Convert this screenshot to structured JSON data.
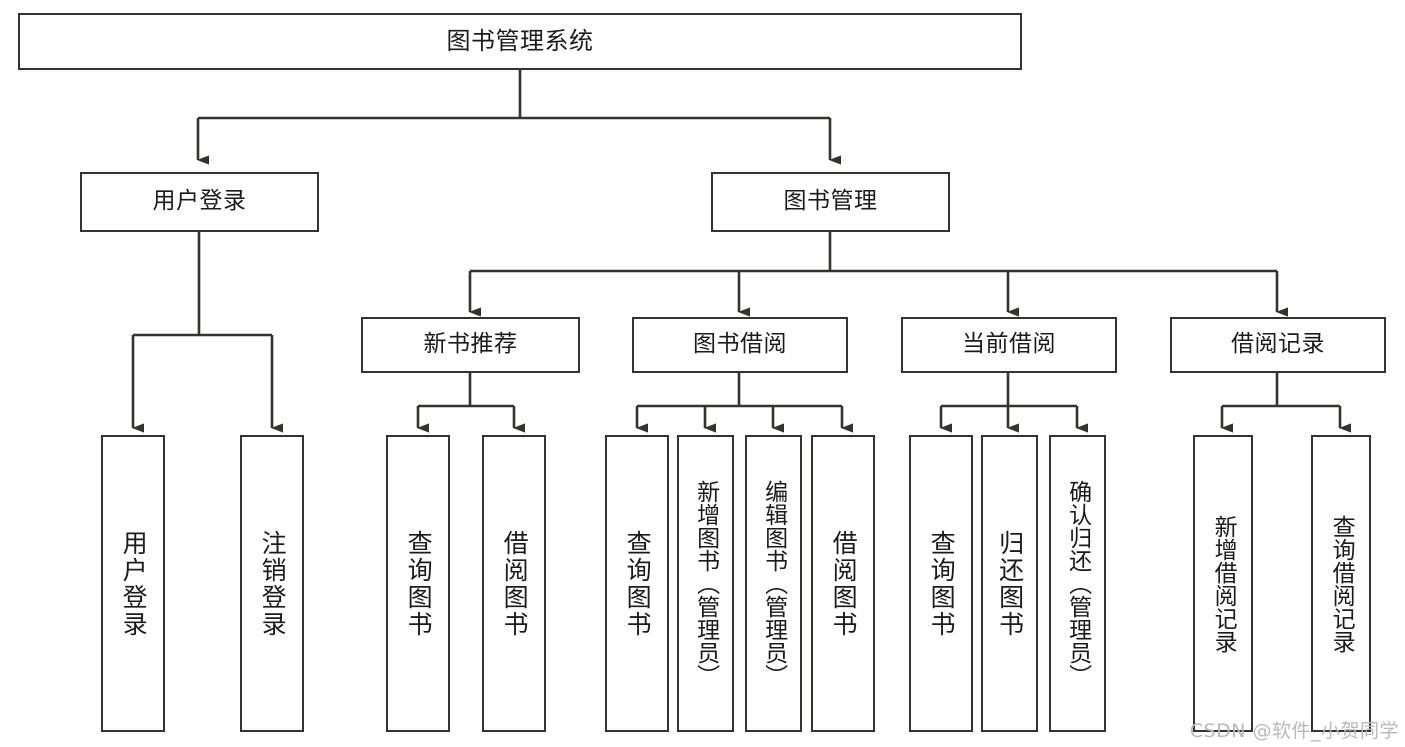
{
  "diagram": {
    "title": "图书管理系统",
    "type": "tree",
    "style": {
      "line_color": "#33332f",
      "box_border_color": "#33332f",
      "box_fill": "#ffffff",
      "background": "#ffffff",
      "text_color": "#1b1b1b",
      "watermark_color": "#b9b9b9"
    },
    "root": {
      "id": "root",
      "label": "图书管理系统",
      "orientation": "horizontal"
    },
    "level2": [
      {
        "id": "user-login",
        "label": "用户登录",
        "orientation": "horizontal"
      },
      {
        "id": "book-manage",
        "label": "图书管理",
        "orientation": "horizontal"
      }
    ],
    "level3": [
      {
        "id": "new-book-recommend",
        "label": "新书推荐",
        "orientation": "horizontal",
        "parent": "book-manage"
      },
      {
        "id": "book-borrow",
        "label": "图书借阅",
        "orientation": "horizontal",
        "parent": "book-manage"
      },
      {
        "id": "current-borrow",
        "label": "当前借阅",
        "orientation": "horizontal",
        "parent": "book-manage"
      },
      {
        "id": "borrow-record",
        "label": "借阅记录",
        "orientation": "horizontal",
        "parent": "book-manage"
      }
    ],
    "leaves": [
      {
        "id": "leaf-user-login",
        "label": "用户登录",
        "orientation": "vertical",
        "parent": "user-login"
      },
      {
        "id": "leaf-user-logout",
        "label": "注销登录",
        "orientation": "vertical",
        "parent": "user-login"
      },
      {
        "id": "leaf-query-book-1",
        "label": "查询图书",
        "orientation": "vertical",
        "parent": "new-book-recommend"
      },
      {
        "id": "leaf-borrow-book-1",
        "label": "借阅图书",
        "orientation": "vertical",
        "parent": "new-book-recommend"
      },
      {
        "id": "leaf-query-book-2",
        "label": "查询图书",
        "orientation": "vertical",
        "parent": "book-borrow"
      },
      {
        "id": "leaf-add-book",
        "label": "新增图书（管理员）",
        "orientation": "vertical",
        "parent": "book-borrow"
      },
      {
        "id": "leaf-edit-book",
        "label": "编辑图书（管理员）",
        "orientation": "vertical",
        "parent": "book-borrow"
      },
      {
        "id": "leaf-borrow-book-2",
        "label": "借阅图书",
        "orientation": "vertical",
        "parent": "book-borrow"
      },
      {
        "id": "leaf-query-book-3",
        "label": "查询图书",
        "orientation": "vertical",
        "parent": "current-borrow"
      },
      {
        "id": "leaf-return-book",
        "label": "归还图书",
        "orientation": "vertical",
        "parent": "current-borrow"
      },
      {
        "id": "leaf-confirm-return",
        "label": "确认归还（管理员）",
        "orientation": "vertical",
        "parent": "current-borrow"
      },
      {
        "id": "leaf-add-record",
        "label": "新增借阅记录",
        "orientation": "vertical",
        "parent": "borrow-record"
      },
      {
        "id": "leaf-query-record",
        "label": "查询借阅记录",
        "orientation": "vertical",
        "parent": "borrow-record"
      }
    ],
    "watermark": "CSDN @软件_小贺同学"
  }
}
